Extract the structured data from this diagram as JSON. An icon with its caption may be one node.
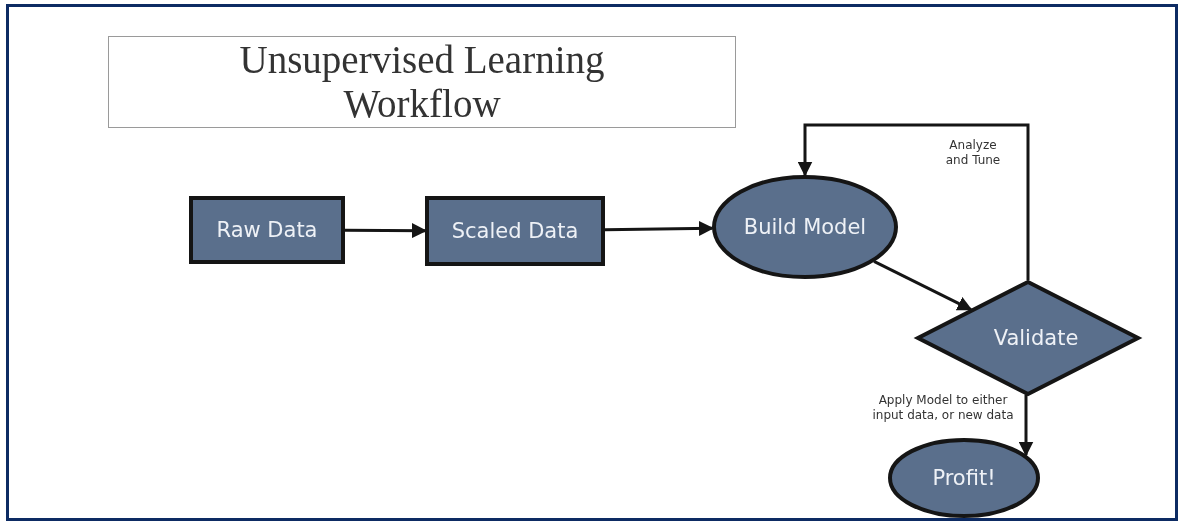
{
  "diagram": {
    "title": "Unsupervised Learning Workflow",
    "nodes": [
      {
        "text": [
          "Raw Data"
        ]
      },
      {
        "text": [
          "Scaled Data"
        ]
      },
      {
        "text": [
          "Build Model"
        ]
      },
      {
        "text": [
          "Validate"
        ]
      },
      {
        "text": [
          "Profit!"
        ]
      }
    ],
    "edges": [
      {
        "from": 0,
        "to": 1,
        "arrow": "to"
      },
      {
        "from": 1,
        "to": 2,
        "arrow": "to"
      },
      {
        "from": 2,
        "to": 3,
        "arrow": "to"
      },
      {
        "from": 3,
        "to": 2,
        "arrow": "to",
        "label": "Analyze and Tune"
      },
      {
        "from": 3,
        "to": 4,
        "arrow": "to",
        "label": "Apply Model to either input data, or new data"
      }
    ]
  }
}
